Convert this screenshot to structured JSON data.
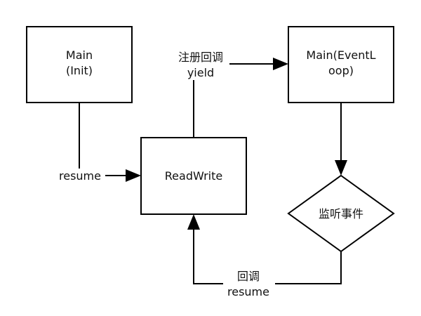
{
  "nodes": {
    "main_init": {
      "line1": "Main",
      "line2": "(Init)"
    },
    "readwrite": {
      "label": "ReadWrite"
    },
    "main_eventloop": {
      "line1": "Main(EventL",
      "line2": "oop)"
    },
    "listen": {
      "label": "监听事件"
    }
  },
  "edges": {
    "resume_in": {
      "label": "resume"
    },
    "register_yield": {
      "line1": "注册回调",
      "line2": "yield"
    },
    "callback_resume": {
      "line1": "回调",
      "line2": "resume"
    }
  }
}
